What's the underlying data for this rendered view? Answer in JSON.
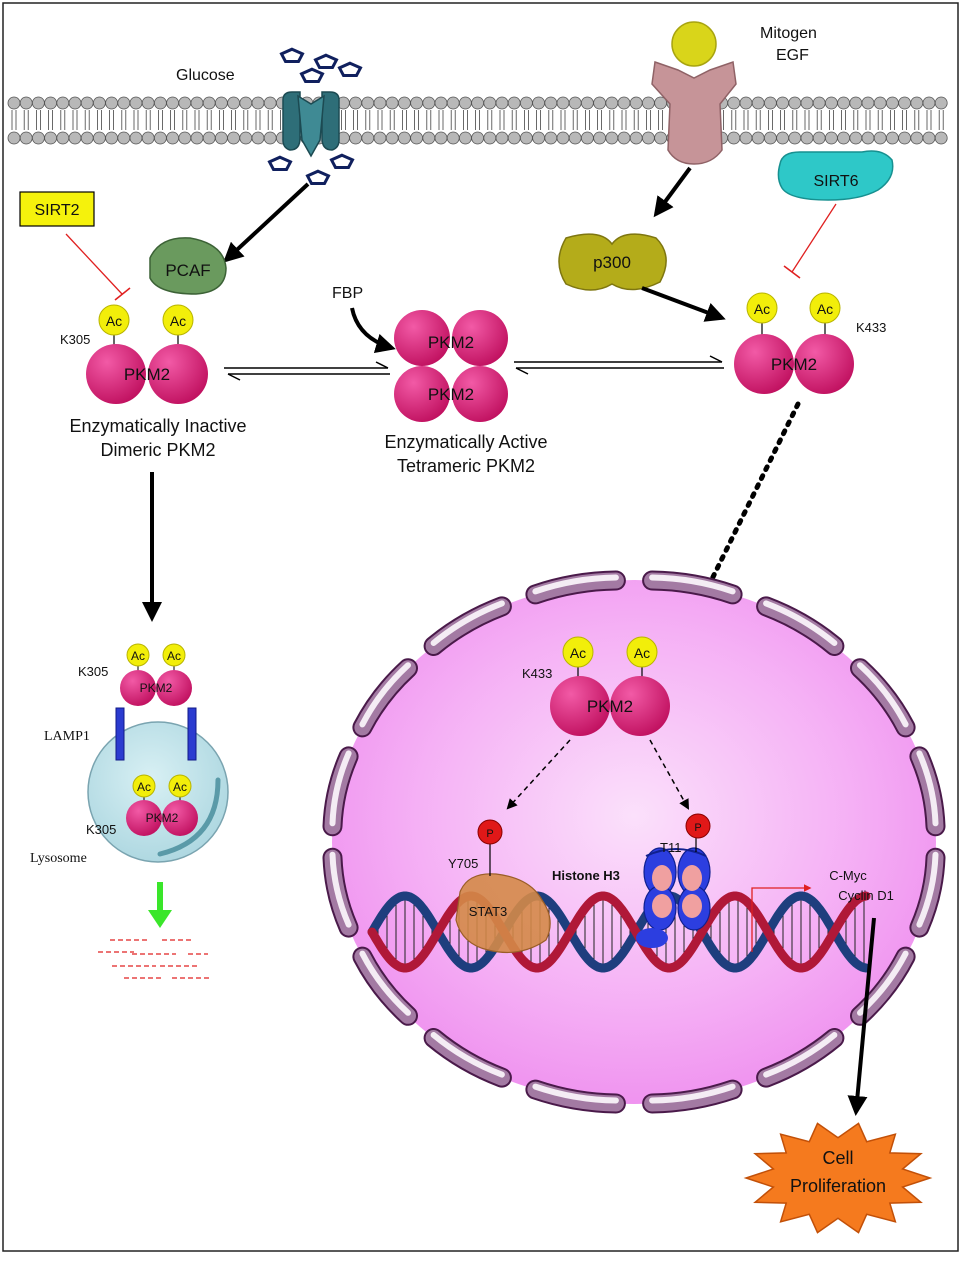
{
  "labels": {
    "glucose": "Glucose",
    "mitogen_line1": "Mitogen",
    "mitogen_line2": "EGF",
    "sirt2": "SIRT2",
    "sirt6": "SIRT6",
    "pcaf": "PCAF",
    "p300": "p300",
    "fbp": "FBP",
    "ac": "Ac",
    "pkm2": "PKM2",
    "k305": "K305",
    "k433": "K433",
    "inactive_line1": "Enzymatically Inactive",
    "inactive_line2": "Dimeric PKM2",
    "active_line1": "Enzymatically Active",
    "active_line2": "Tetrameric PKM2",
    "lamp1": "LAMP1",
    "lysosome": "Lysosome",
    "p": "P",
    "y705": "Y705",
    "t11": "T11",
    "stat3": "STAT3",
    "histone_h3": "Histone H3",
    "cmyc": "C-Myc",
    "cyclin_d1": "Cyclin D1",
    "cell": "Cell",
    "proliferation": "Proliferation"
  },
  "colors": {
    "pkm2": "#d4146e",
    "ac": "#f2ee0a",
    "nucleus": "#f4a8f4",
    "membrane_head": "#b8b8b8",
    "transporter": "#2e6e78",
    "receptor": "#c69498",
    "pcaf": "#6a9a5e",
    "p300": "#b4ac1a",
    "sirt6": "#2ec8c8",
    "lysosome": "#b6e0e8",
    "lamp1": "#2b3bd0",
    "stat3": "#d48a48",
    "histone": "#2c3ee0",
    "phospho": "#e01818",
    "dna_red": "#b01838",
    "dna_blue": "#1e3e7e",
    "proliferation": "#f57a1e",
    "inhibit": "#e02020",
    "degradation_arrow": "#3ae62a"
  }
}
